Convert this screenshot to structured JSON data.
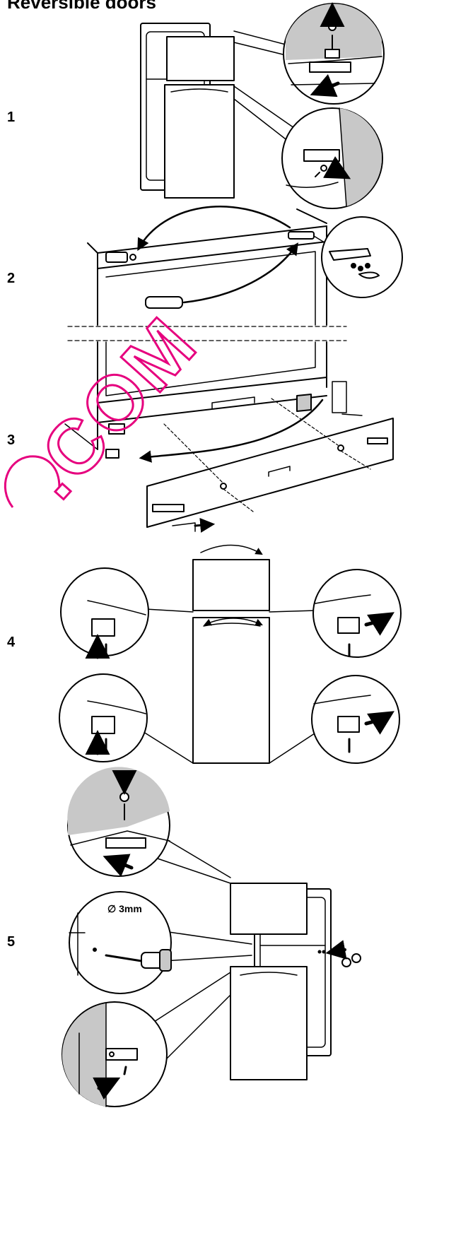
{
  "title": "Reversible doors",
  "steps": [
    "1",
    "2",
    "3",
    "4",
    "5"
  ],
  "drill_label": "∅ 3mm",
  "watermark": ".COM",
  "colors": {
    "line": "#000000",
    "shade": "#c8c8c8",
    "watermark": "#e6007e"
  }
}
